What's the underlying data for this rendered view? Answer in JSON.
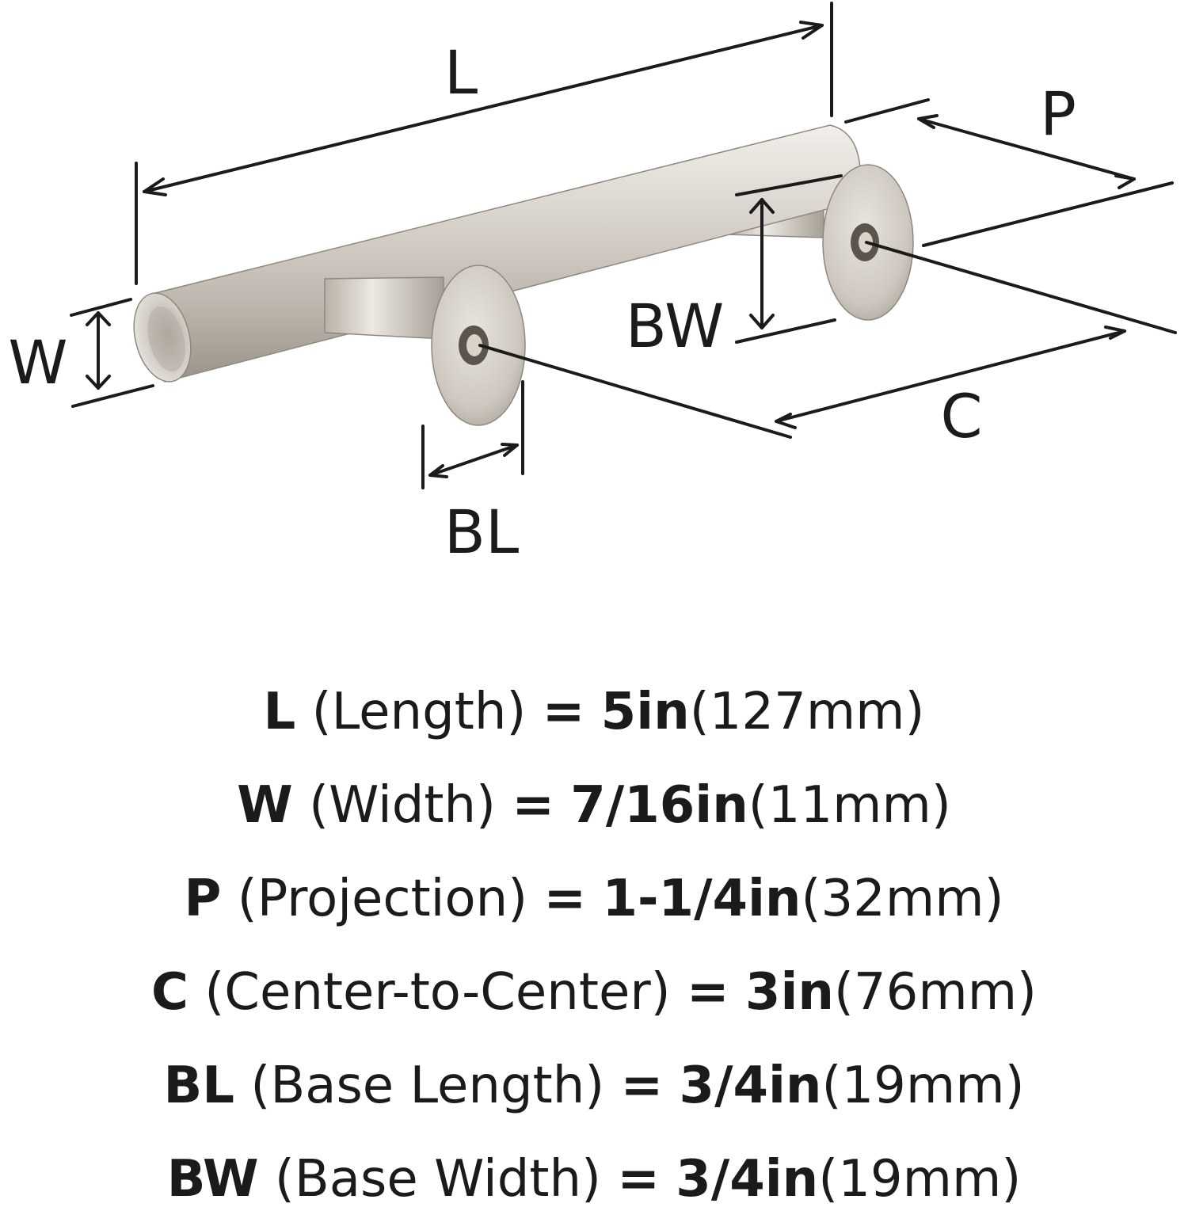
{
  "diagram": {
    "labels": {
      "L": "L",
      "W": "W",
      "P": "P",
      "C": "C",
      "BL": "BL",
      "BW": "BW"
    },
    "colors": {
      "ink": "#1b1b1b",
      "metal_light": "#e6e2dc",
      "metal_mid": "#c8c2ba",
      "metal_dark": "#8f8880"
    }
  },
  "specs": [
    {
      "symbol": "L",
      "description": "(Length)",
      "imperial": "5in",
      "metric": "(127mm)"
    },
    {
      "symbol": "W",
      "description": "(Width)",
      "imperial": "7/16in",
      "metric": "(11mm)"
    },
    {
      "symbol": "P",
      "description": "(Projection)",
      "imperial": "1-1/4in",
      "metric": "(32mm)"
    },
    {
      "symbol": "C",
      "description": "(Center-to-Center)",
      "imperial": "3in",
      "metric": "(76mm)"
    },
    {
      "symbol": "BL",
      "description": "(Base Length)",
      "imperial": "3/4in",
      "metric": "(19mm)"
    },
    {
      "symbol": "BW",
      "description": "(Base Width)",
      "imperial": "3/4in",
      "metric": "(19mm)"
    }
  ]
}
